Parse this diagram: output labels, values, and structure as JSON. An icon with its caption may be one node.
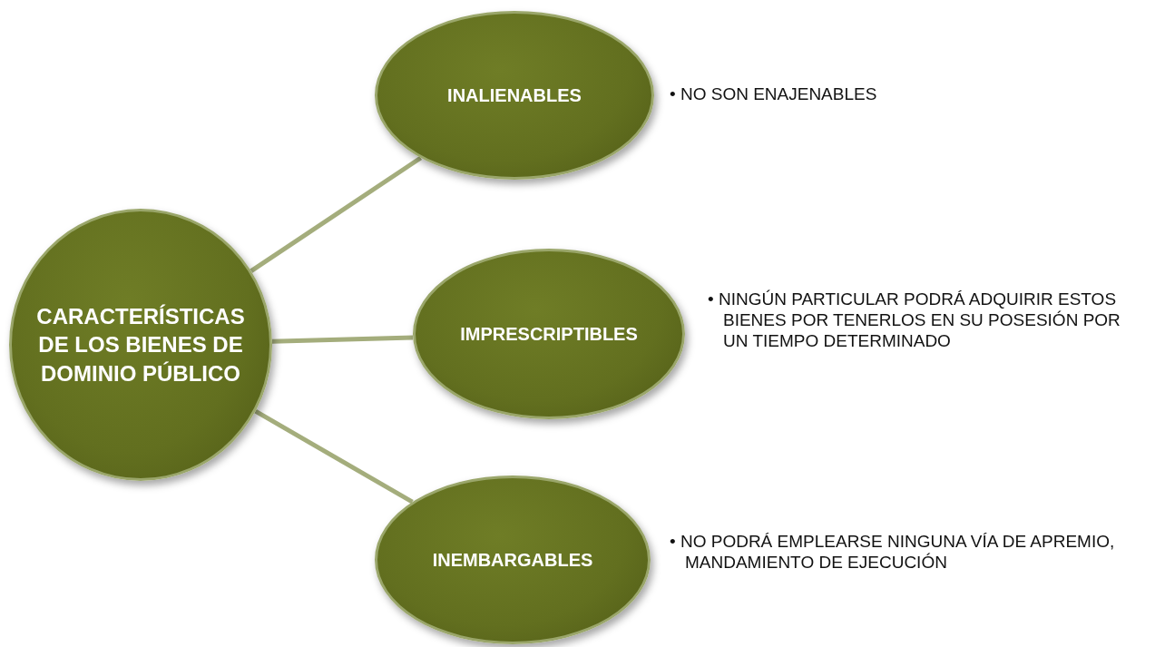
{
  "diagram": {
    "nodes": [
      {
        "text": [
          "CARACTERÍSTICAS DE LOS BIENES DE DOMINIO PÚBLICO"
        ]
      },
      {
        "text": [
          "INALIENABLES"
        ],
        "beside": [
          "• NO SON ENAJENABLES"
        ]
      },
      {
        "text": [
          "IMPRESCRIPTIBLES"
        ],
        "beside": [
          "• NINGÚN PARTICULAR PODRÁ ADQUIRIR ESTOS BIENES POR TENERLOS EN SU POSESIÓN POR UN TIEMPO DETERMINADO"
        ]
      },
      {
        "text": [
          "INEMBARGABLES"
        ],
        "beside": [
          "• NO PODRÁ EMPLEARSE NINGUNA VÍA DE APREMIO, MANDAMIENTO DE EJECUCIÓN"
        ]
      }
    ],
    "edges": [
      {
        "from": 0,
        "to": 1,
        "arrow": "none"
      },
      {
        "from": 0,
        "to": 2,
        "arrow": "none"
      },
      {
        "from": 0,
        "to": 3,
        "arrow": "none"
      }
    ]
  }
}
